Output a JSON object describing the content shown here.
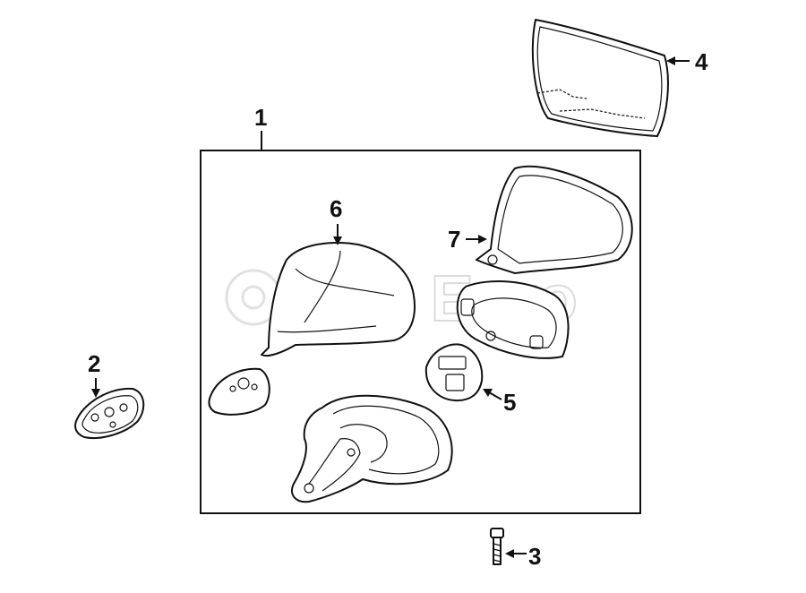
{
  "diagram": {
    "callouts": {
      "c1": "1",
      "c2": "2",
      "c3": "3",
      "c4": "4",
      "c5": "5",
      "c6": "6",
      "c7": "7"
    },
    "watermark": "FCP Euro"
  }
}
